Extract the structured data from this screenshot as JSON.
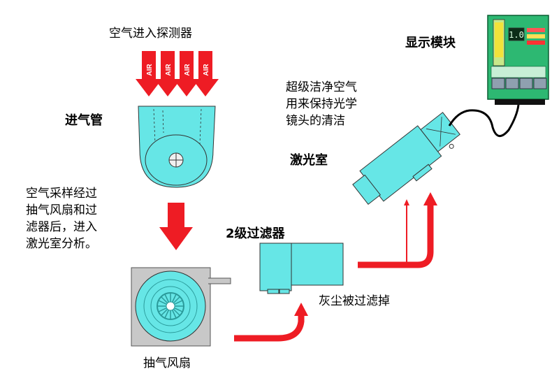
{
  "labels": {
    "air_entry": "空气进入探测器",
    "air_badge": "AIR",
    "inlet_pipe": "进气管",
    "sampling_desc": [
      "空气采样经过",
      "抽气风扇和过",
      "滤器后，进入",
      "激光室分析。"
    ],
    "fan": "抽气风扇",
    "filter": "2级过滤器",
    "dust": "灰尘被过滤掉",
    "laser_chamber": "激光室",
    "clean_air": [
      "超级洁净空气",
      "用来保持光学",
      "镜头的清洁"
    ],
    "display_module": "显示模块"
  },
  "display": {
    "readout": "1.0"
  },
  "colors": {
    "cyan": "#66e6e6",
    "red_arrow": "#ee1c24",
    "panel_green": "#2db872",
    "fan_gray": "#c8c8c8"
  }
}
